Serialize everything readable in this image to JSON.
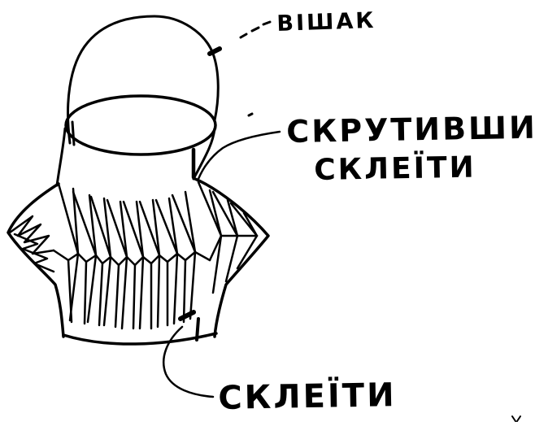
{
  "labels": {
    "hanger": "ВІШАК",
    "twist_line1": "СКРУТИВШИ,",
    "twist_line2": "СКЛЕЇТИ",
    "glue": "СКЛЕЇТИ"
  },
  "colors": {
    "ink": "#000000",
    "paper": "#ffffff"
  }
}
